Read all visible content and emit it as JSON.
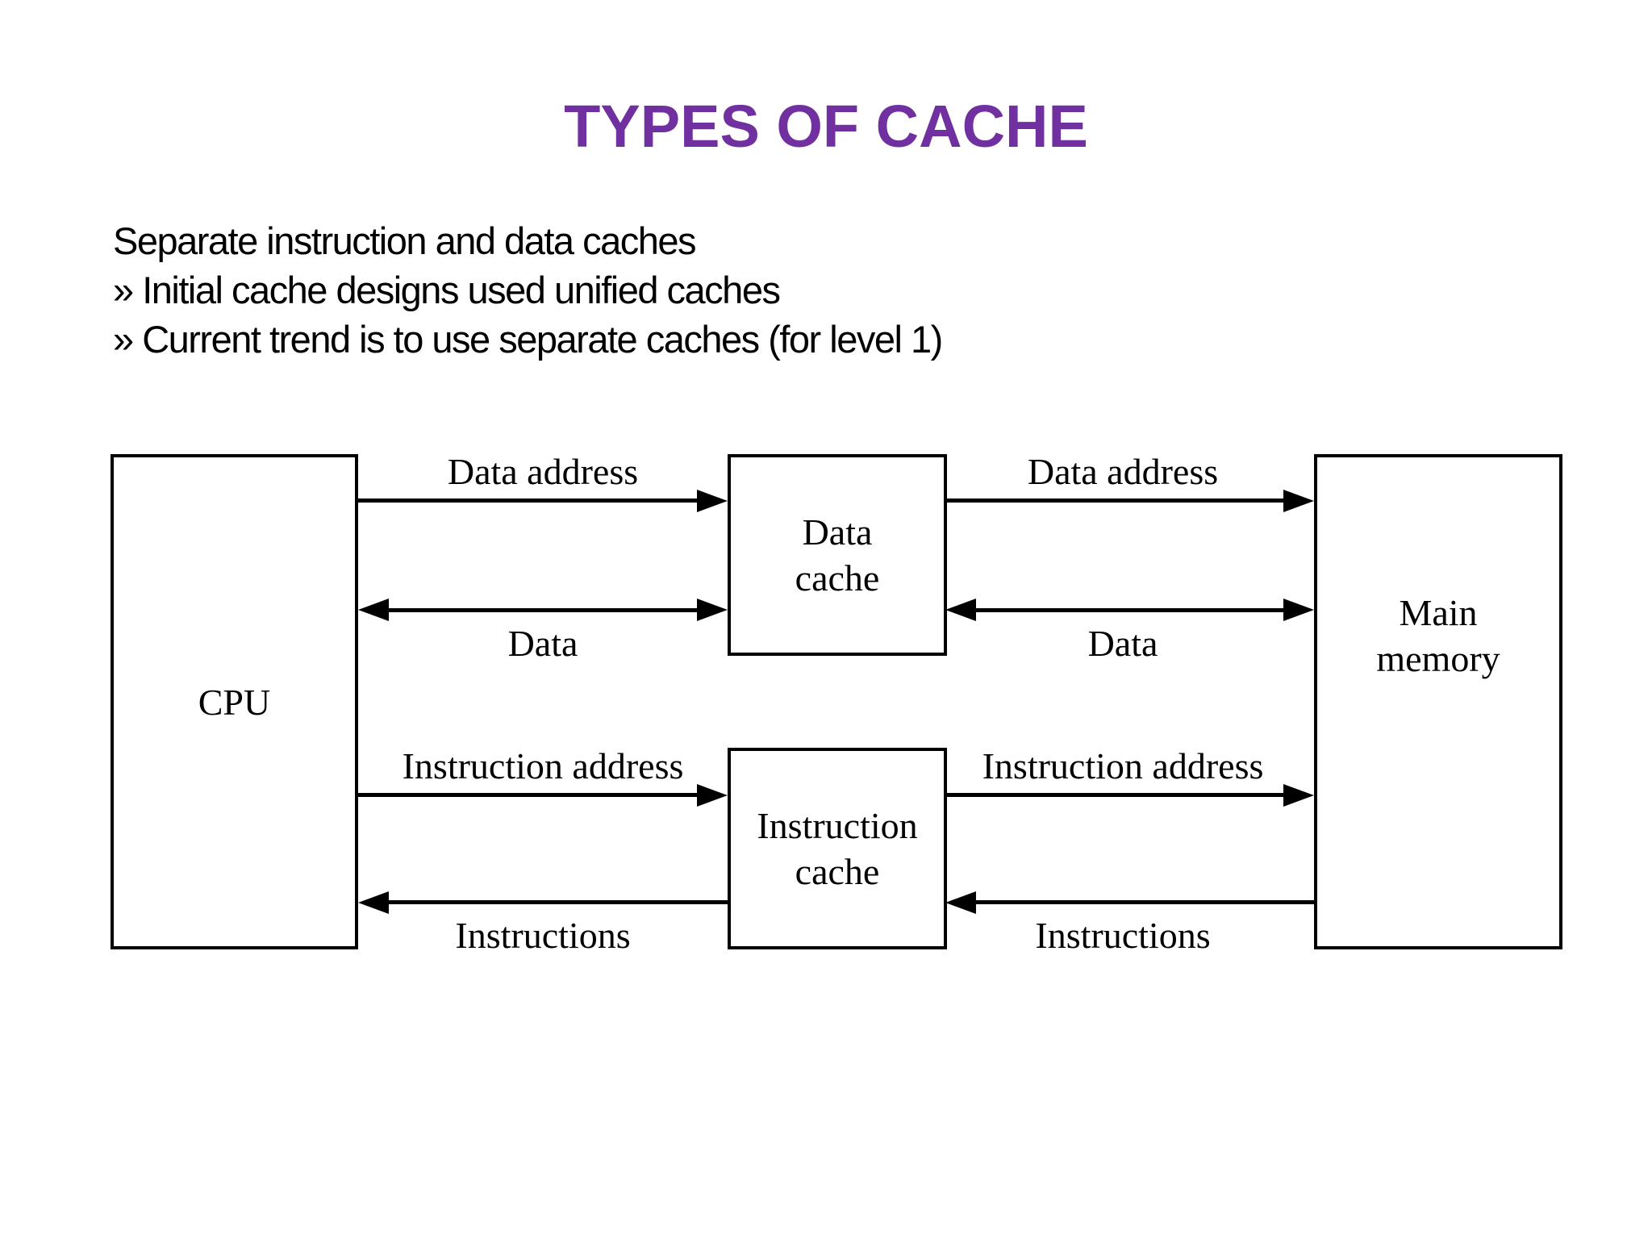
{
  "slide": {
    "title": "TYPES OF CACHE",
    "bullets": [
      "Separate instruction and data caches",
      "» Initial cache designs used unified caches",
      "» Current trend is to use separate caches (for level 1)"
    ]
  },
  "colors": {
    "title": "#7030A0",
    "text": "#000000",
    "diagram_lines": "#000000",
    "background": "#FFFFFF"
  },
  "diagram": {
    "boxes": {
      "cpu": {
        "lines": [
          "CPU"
        ]
      },
      "data_cache": {
        "lines": [
          "Data",
          "cache"
        ]
      },
      "instruction_cache": {
        "lines": [
          "Instruction",
          "cache"
        ]
      },
      "main_memory": {
        "lines": [
          "Main",
          "memory"
        ]
      }
    },
    "arrows": {
      "data_address_left": {
        "label": "Data address",
        "from": "CPU",
        "to": "Data cache",
        "heads": "right"
      },
      "data_address_right": {
        "label": "Data address",
        "from": "Data cache",
        "to": "Main memory",
        "heads": "right"
      },
      "data_left": {
        "label": "Data",
        "from": "CPU",
        "to": "Data cache",
        "heads": "both"
      },
      "data_right": {
        "label": "Data",
        "from": "Data cache",
        "to": "Main memory",
        "heads": "both"
      },
      "instruction_address_left": {
        "label": "Instruction address",
        "from": "CPU",
        "to": "Instruction cache",
        "heads": "right"
      },
      "instruction_address_right": {
        "label": "Instruction address",
        "from": "Instruction cache",
        "to": "Main memory",
        "heads": "right"
      },
      "instructions_left": {
        "label": "Instructions",
        "from": "Instruction cache",
        "to": "CPU",
        "heads": "left"
      },
      "instructions_right": {
        "label": "Instructions",
        "from": "Main memory",
        "to": "Instruction cache",
        "heads": "left"
      }
    }
  }
}
